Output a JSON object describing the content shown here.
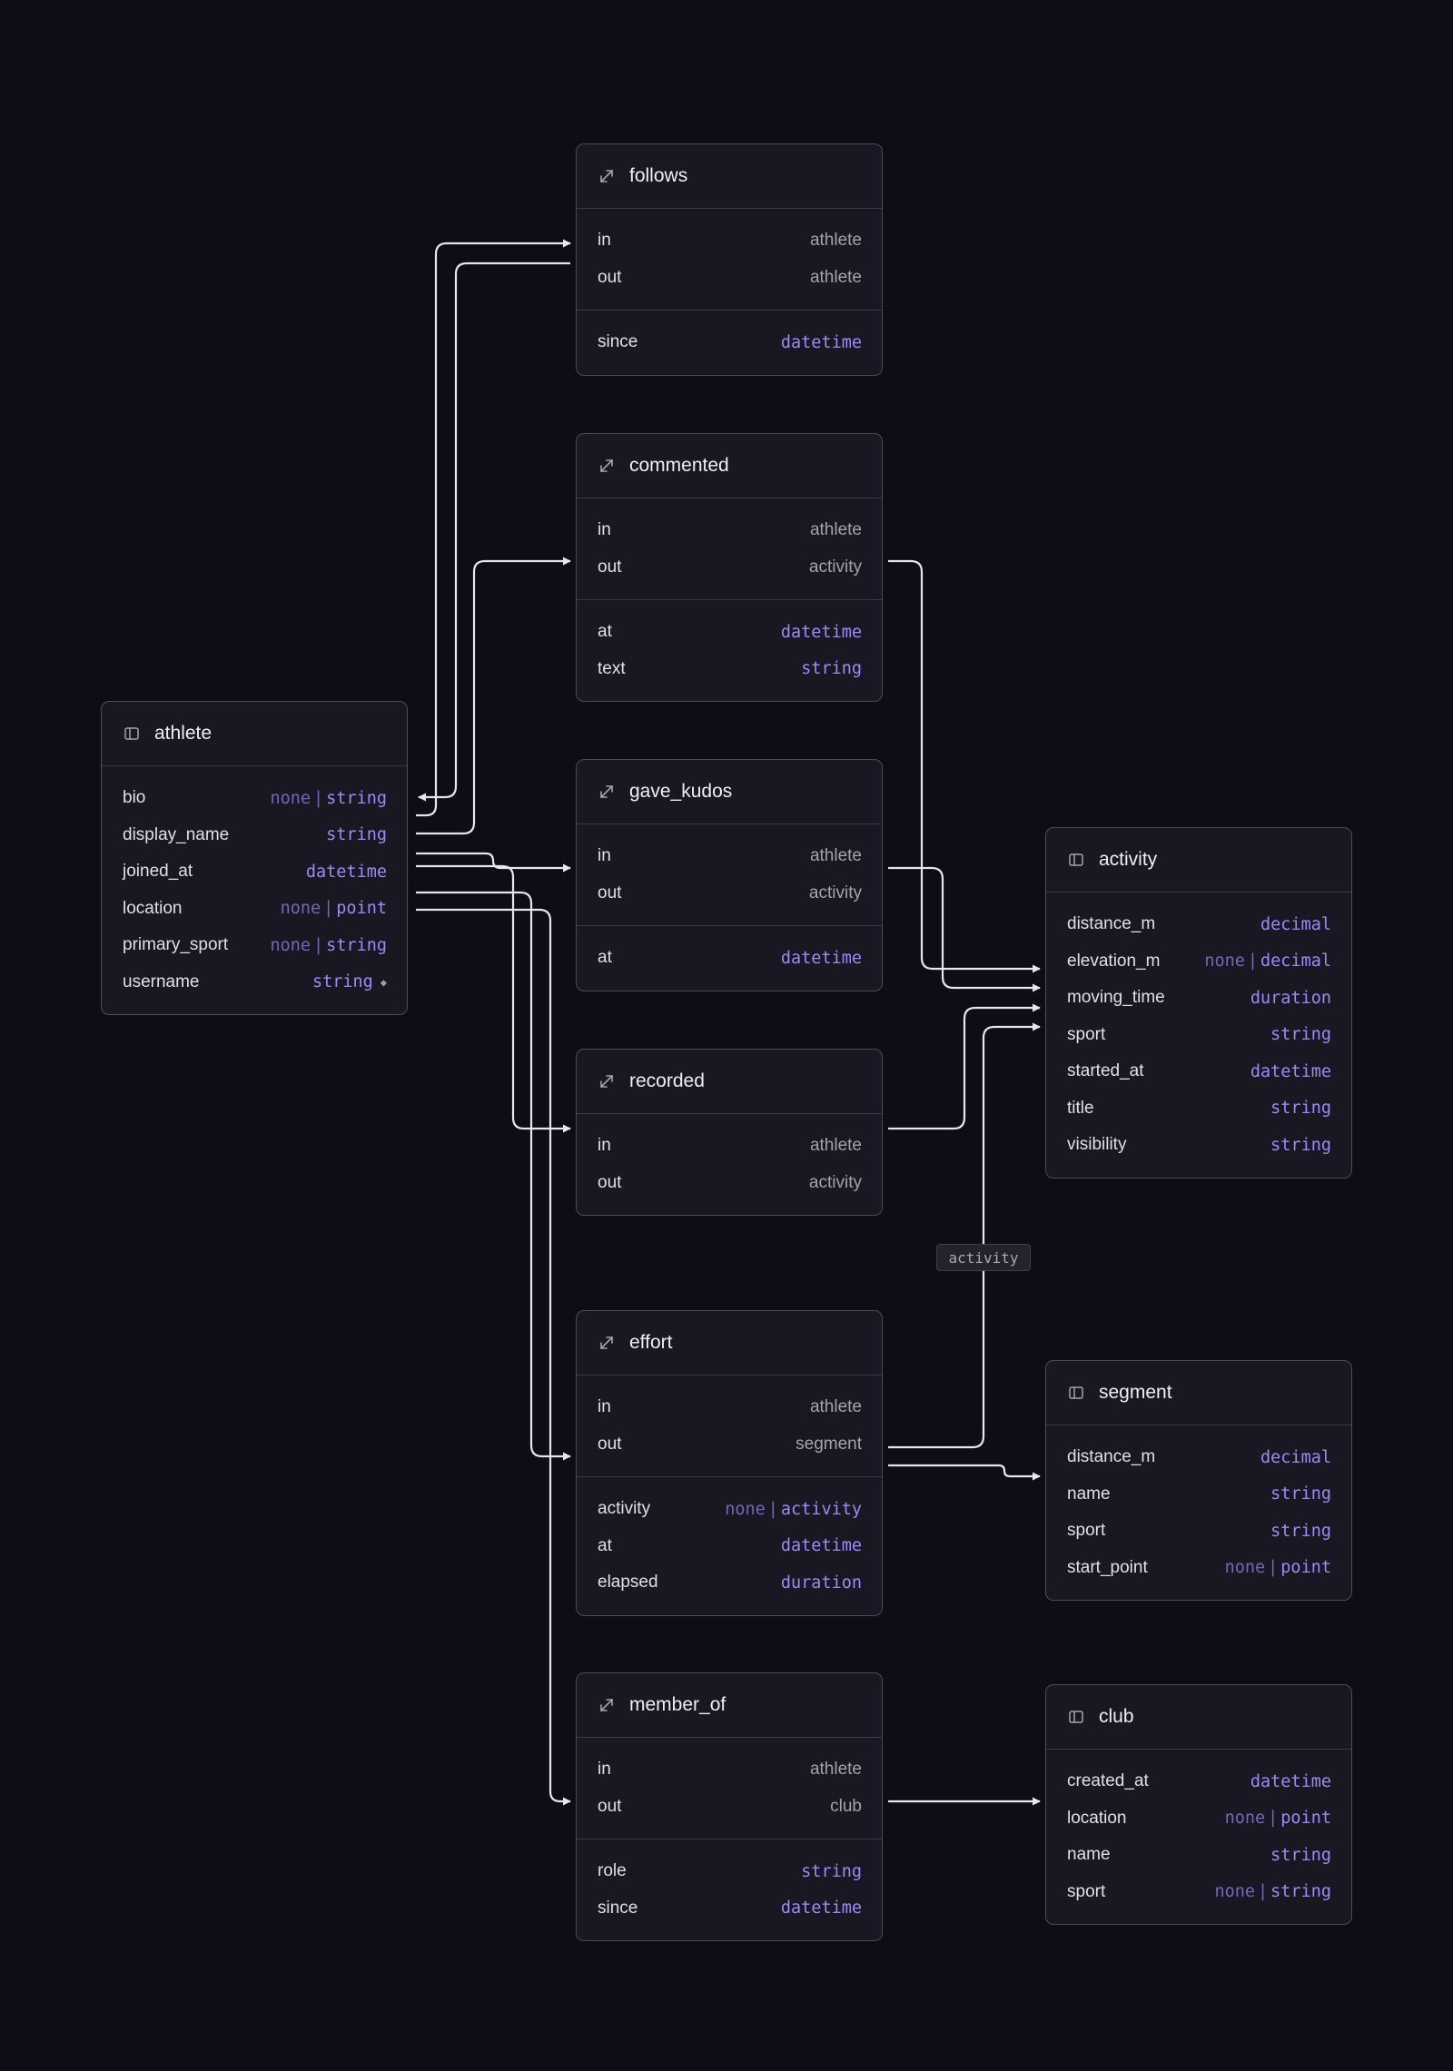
{
  "nodes": [
    {
      "id": "follows",
      "title": "follows",
      "kind": "relation",
      "sections": [
        [
          {
            "name": "in",
            "ref": "athlete"
          },
          {
            "name": "out",
            "ref": "athlete"
          }
        ],
        [
          {
            "name": "since",
            "type": "datetime"
          }
        ]
      ]
    },
    {
      "id": "commented",
      "title": "commented",
      "kind": "relation",
      "sections": [
        [
          {
            "name": "in",
            "ref": "athlete"
          },
          {
            "name": "out",
            "ref": "activity"
          }
        ],
        [
          {
            "name": "at",
            "type": "datetime"
          },
          {
            "name": "text",
            "type": "string"
          }
        ]
      ]
    },
    {
      "id": "gave_kudos",
      "title": "gave_kudos",
      "kind": "relation",
      "sections": [
        [
          {
            "name": "in",
            "ref": "athlete"
          },
          {
            "name": "out",
            "ref": "activity"
          }
        ],
        [
          {
            "name": "at",
            "type": "datetime"
          }
        ]
      ]
    },
    {
      "id": "recorded",
      "title": "recorded",
      "kind": "relation",
      "sections": [
        [
          {
            "name": "in",
            "ref": "athlete"
          },
          {
            "name": "out",
            "ref": "activity"
          }
        ]
      ]
    },
    {
      "id": "effort",
      "title": "effort",
      "kind": "relation",
      "sections": [
        [
          {
            "name": "in",
            "ref": "athlete"
          },
          {
            "name": "out",
            "ref": "segment"
          }
        ],
        [
          {
            "name": "activity",
            "type": "activity",
            "optional": true
          },
          {
            "name": "at",
            "type": "datetime"
          },
          {
            "name": "elapsed",
            "type": "duration"
          }
        ]
      ]
    },
    {
      "id": "member_of",
      "title": "member_of",
      "kind": "relation",
      "sections": [
        [
          {
            "name": "in",
            "ref": "athlete"
          },
          {
            "name": "out",
            "ref": "club"
          }
        ],
        [
          {
            "name": "role",
            "type": "string"
          },
          {
            "name": "since",
            "type": "datetime"
          }
        ]
      ]
    },
    {
      "id": "athlete",
      "title": "athlete",
      "kind": "table",
      "sections": [
        [
          {
            "name": "bio",
            "type": "string",
            "optional": true
          },
          {
            "name": "display_name",
            "type": "string"
          },
          {
            "name": "joined_at",
            "type": "datetime"
          },
          {
            "name": "location",
            "type": "point",
            "optional": true
          },
          {
            "name": "primary_sport",
            "type": "string",
            "optional": true
          },
          {
            "name": "username",
            "type": "string",
            "key": true
          }
        ]
      ]
    },
    {
      "id": "activity",
      "title": "activity",
      "kind": "table",
      "sections": [
        [
          {
            "name": "distance_m",
            "type": "decimal"
          },
          {
            "name": "elevation_m",
            "type": "decimal",
            "optional": true
          },
          {
            "name": "moving_time",
            "type": "duration"
          },
          {
            "name": "sport",
            "type": "string"
          },
          {
            "name": "started_at",
            "type": "datetime"
          },
          {
            "name": "title",
            "type": "string"
          },
          {
            "name": "visibility",
            "type": "string"
          }
        ]
      ]
    },
    {
      "id": "segment",
      "title": "segment",
      "kind": "table",
      "sections": [
        [
          {
            "name": "distance_m",
            "type": "decimal"
          },
          {
            "name": "name",
            "type": "string"
          },
          {
            "name": "sport",
            "type": "string"
          },
          {
            "name": "start_point",
            "type": "point",
            "optional": true
          }
        ]
      ]
    },
    {
      "id": "club",
      "title": "club",
      "kind": "table",
      "sections": [
        [
          {
            "name": "created_at",
            "type": "datetime"
          },
          {
            "name": "location",
            "type": "point",
            "optional": true
          },
          {
            "name": "name",
            "type": "string"
          },
          {
            "name": "sport",
            "type": "string",
            "optional": true
          }
        ]
      ]
    }
  ],
  "labels": {
    "none": "none",
    "separator": "|",
    "key_marker": "◆"
  },
  "edge_label": "activity",
  "edge_color": "#e6e6ec"
}
